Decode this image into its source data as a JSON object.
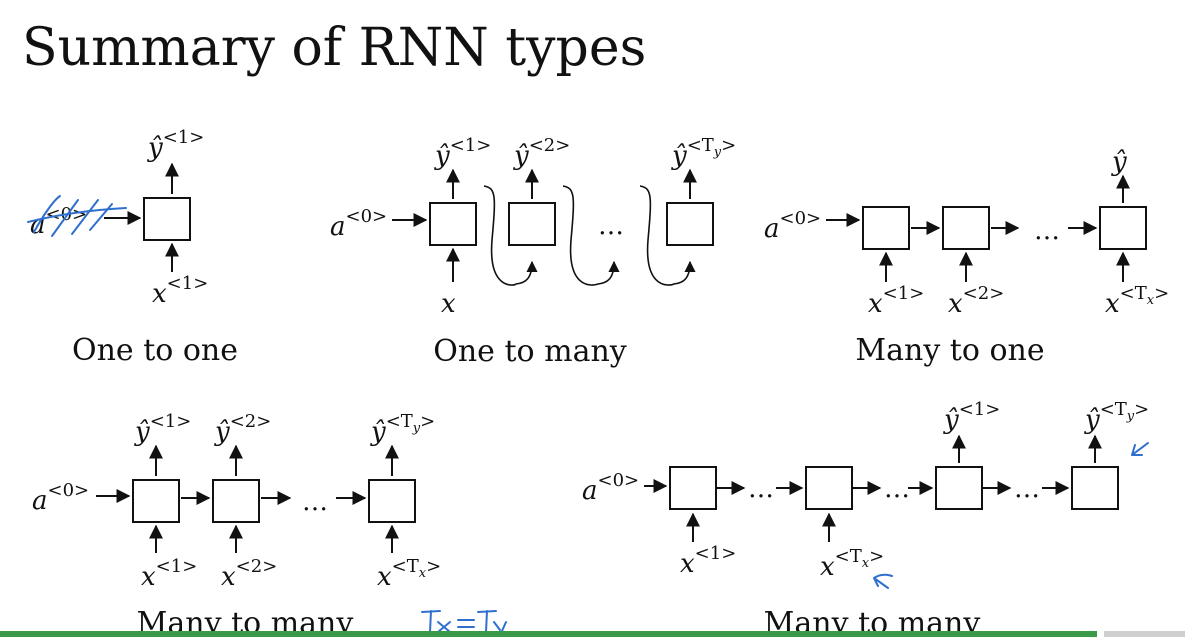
{
  "title": "Summary of RNN types",
  "diagrams": {
    "one_to_one": {
      "caption": "One to one",
      "a0": "a<0>",
      "input": "x<1>",
      "output": "ŷ<1>"
    },
    "one_to_many": {
      "caption": "One to many",
      "a0": "a<0>",
      "input": "x",
      "outputs": [
        "ŷ<1>",
        "ŷ<2>",
        "ŷ<Ty>"
      ],
      "ellipsis": "…"
    },
    "many_to_one": {
      "caption": "Many to one",
      "a0": "a<0>",
      "inputs": [
        "x<1>",
        "x<2>",
        "x<Tx>"
      ],
      "output": "ŷ",
      "ellipsis": "…"
    },
    "many_to_many_1": {
      "caption": "Many to many",
      "a0": "a<0>",
      "inputs": [
        "x<1>",
        "x<2>",
        "x<Tx>"
      ],
      "outputs": [
        "ŷ<1>",
        "ŷ<2>",
        "ŷ<Ty>"
      ],
      "ellipsis": "…",
      "annotation": "Tx = Ty"
    },
    "many_to_many_2": {
      "caption": "Many to many",
      "a0": "a<0>",
      "inputs": [
        "x<1>",
        "x<Tx>"
      ],
      "outputs": [
        "ŷ<1>",
        "ŷ<Ty>"
      ],
      "ellipsis": "…"
    }
  },
  "colors": {
    "ink": "#111111",
    "annotation_ink": "#2f6fce",
    "bottom_bar": "#3a9a4a"
  }
}
